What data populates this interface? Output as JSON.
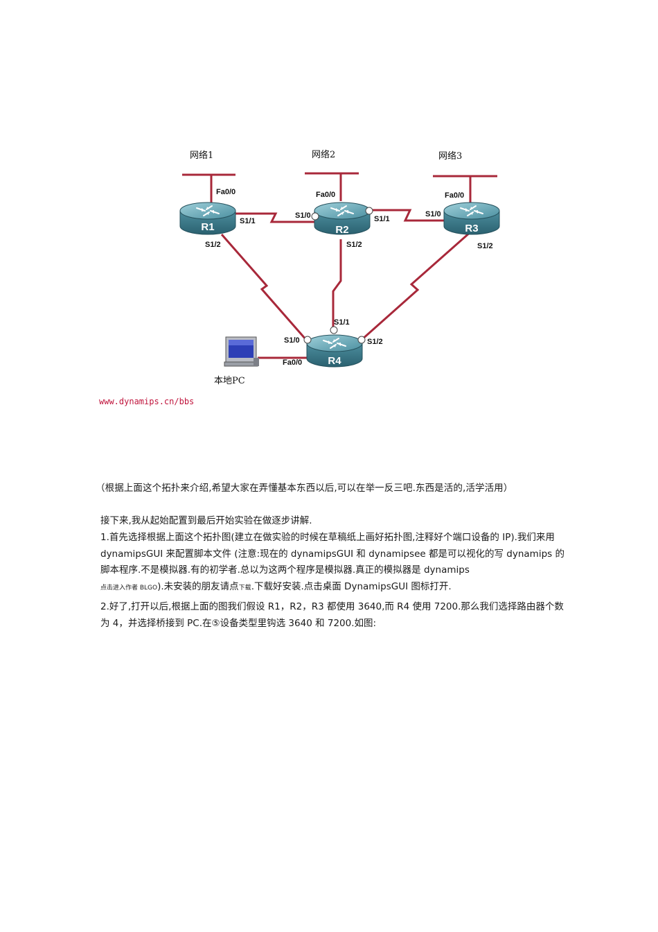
{
  "diagram": {
    "networks": [
      "网络1",
      "网络2",
      "网络3"
    ],
    "routers": [
      "R1",
      "R2",
      "R3",
      "R4"
    ],
    "ports": {
      "r1_fa": "Fa0/0",
      "r1_s11": "S1/1",
      "r1_s12": "S1/2",
      "r2_fa": "Fa0/0",
      "r2_s10": "S1/0",
      "r2_s11": "S1/1",
      "r2_s12": "S1/2",
      "r3_fa": "Fa0/0",
      "r3_s10": "S1/0",
      "r3_s12": "S1/2",
      "r4_s10": "S1/0",
      "r4_s11": "S1/1",
      "r4_s12": "S1/2",
      "r4_fa": "Fa0/0"
    },
    "pc_label": "本地PC",
    "url": "www.dynamips.cn/bbs",
    "colors": {
      "link": "#a8283a",
      "router": "#3d7f8f"
    }
  },
  "caption": "（根据上面这个拓扑来介绍,希望大家在弄懂基本东西以后,可以在举一反三吧.东西是活的,活学活用）",
  "paragraph1": "接下来,我从起始配置到最后开始实验在做逐步讲解.",
  "paragraph2": "1.首先选择根据上面这个拓扑图(建立在做实验的时候在草稿纸上画好拓扑图,注释好个端口设备的 IP).我们来用 dynamipsGUI 来配置脚本文件 (注意:现在的 dynamipsGUI 和 dynamipsee 都是可以视化的写 dynamips 的脚本程序.不是模拟器.有的初学者.总以为这两个程序是模拟器.真正的模拟器是 dynamips",
  "paragraph2_small1": "点击进入作者 BLGO",
  "paragraph2_mid": ").未安装的朋友请点",
  "paragraph2_small2": "下载",
  "paragraph2_end": ".下载好安装.点击桌面 DynamipsGUI 图标打开.",
  "paragraph3": "2.好了,打开以后,根据上面的图我们假设 R1，R2，R3 都使用 3640,而 R4 使用 7200.那么我们选择路由器个数为 4，并选择桥接到 PC.在⑤设备类型里钩选 3640  和 7200.如图:"
}
